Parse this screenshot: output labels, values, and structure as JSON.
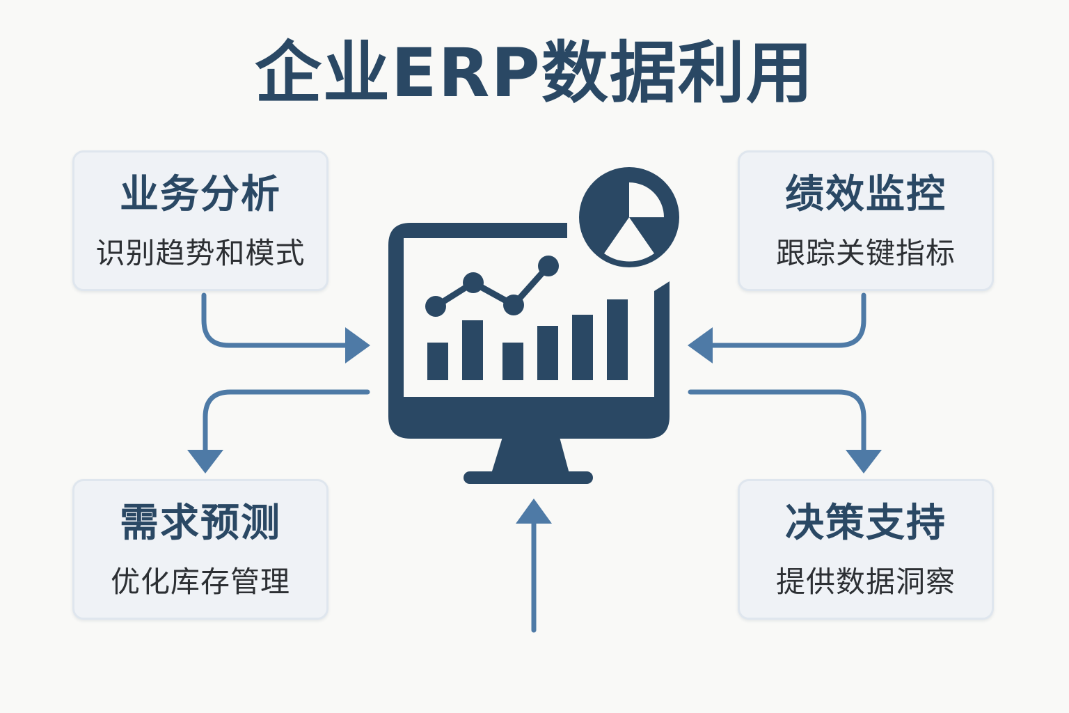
{
  "title": "企业ERP数据利用",
  "cards": [
    {
      "title": "业务分析",
      "subtitle": "识别趋势和模式"
    },
    {
      "title": "绩效监控",
      "subtitle": "跟踪关键指标"
    },
    {
      "title": "需求预测",
      "subtitle": "优化库存管理"
    },
    {
      "title": "决策支持",
      "subtitle": "提供数据洞察"
    }
  ],
  "colors": {
    "primary": "#2a4864",
    "arrow": "#4e7aa6",
    "card_bg": "#eff2f6",
    "card_border": "#dfe6ee",
    "background": "#f9f9f7"
  },
  "icons": [
    "monitor-icon",
    "line-chart-icon",
    "bar-chart-icon",
    "pie-chart-icon"
  ]
}
